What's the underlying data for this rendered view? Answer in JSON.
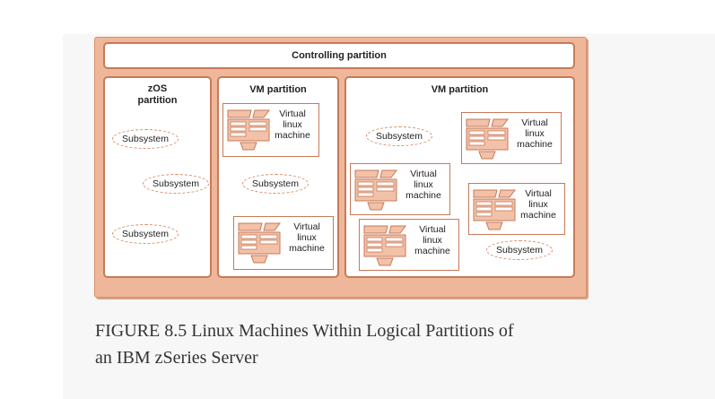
{
  "diagram": {
    "controlling_label": "Controlling partition",
    "zos_label_line1": "zOS",
    "zos_label_line2": "partition",
    "vm_partition_1_label": "VM partition",
    "vm_partition_2_label": "VM partition",
    "subsystem_label": "Subsystem",
    "vm_line1": "Virtual",
    "vm_line2": "linux",
    "vm_line3": "machine",
    "colors": {
      "background": "#efb79a",
      "border": "#c77a58",
      "machine_fill": "#f2c1a8",
      "dashed": "#d98a66"
    }
  },
  "caption": {
    "line1": "FIGURE 8.5 Linux Machines Within Logical Partitions of",
    "line2": "an IBM zSeries Server"
  }
}
